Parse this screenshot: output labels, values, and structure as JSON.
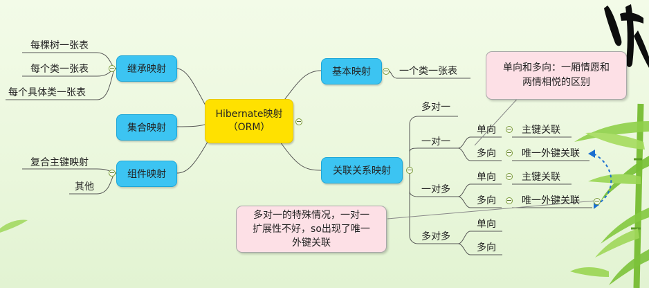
{
  "central": {
    "line1": "Hibernate映射",
    "line2": "（ORM）"
  },
  "left": {
    "inheritance": {
      "label": "继承映射",
      "children": [
        "每棵树一张表",
        "每个类一张表",
        "每个具体类一张表"
      ]
    },
    "collection": {
      "label": "集合映射"
    },
    "component": {
      "label": "组件映射",
      "children": [
        "复合主键映射",
        "其他"
      ]
    }
  },
  "right": {
    "basic": {
      "label": "基本映射",
      "child": "一个类一张表"
    },
    "association": {
      "label": "关联关系映射",
      "many_to_one": "多对一",
      "one_to_one": {
        "label": "一对一",
        "uni": {
          "label": "单向",
          "child": "主键关联"
        },
        "bi": {
          "label": "多向",
          "child": "唯一外键关联"
        }
      },
      "one_to_many": {
        "label": "一对多",
        "uni": {
          "label": "单向",
          "child": "主键关联"
        },
        "bi": {
          "label": "多向",
          "child": "唯一外键关联"
        }
      },
      "many_to_many": {
        "label": "多对多",
        "uni": "单向",
        "bi": "多向"
      }
    }
  },
  "callouts": {
    "top": {
      "line1": "单向和多向：一厢情愿和",
      "line2": "两情相悦的区别"
    },
    "bottom": {
      "line1": "多对一的特殊情况，一对一",
      "line2": "扩展性不好，so出现了唯一",
      "line3": "外键关联"
    }
  },
  "colors": {
    "branch": "#3cc4f2",
    "central": "#ffe100",
    "callout": "#fde0e6",
    "relation_arrow": "#1a6fd0",
    "line": "#555555"
  }
}
